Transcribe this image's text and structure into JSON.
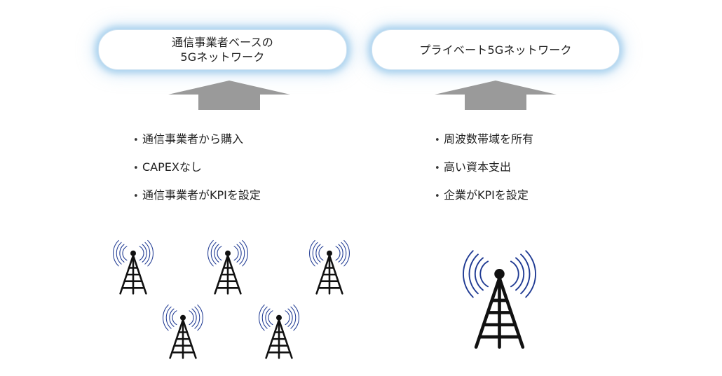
{
  "networks": {
    "carrier": {
      "title_line1": "通信事業者ベースの",
      "title_line2": "5Gネットワーク",
      "bullets": [
        "通信事業者から購入",
        "CAPEXなし",
        "通信事業者がKPIを設定"
      ],
      "tower_count": 5
    },
    "private": {
      "title": "プライベート5Gネットワーク",
      "bullets": [
        "周波数帯域を所有",
        "高い資本支出",
        "企業がKPIを設定"
      ],
      "tower_count": 1
    }
  },
  "colors": {
    "glow": "#7ebae4",
    "arrow": "#9a9a9a",
    "wave": "#1f3a93",
    "tower": "#111111"
  },
  "icons": {
    "arrow": "up-arrow-icon",
    "tower": "antenna-tower-icon"
  }
}
